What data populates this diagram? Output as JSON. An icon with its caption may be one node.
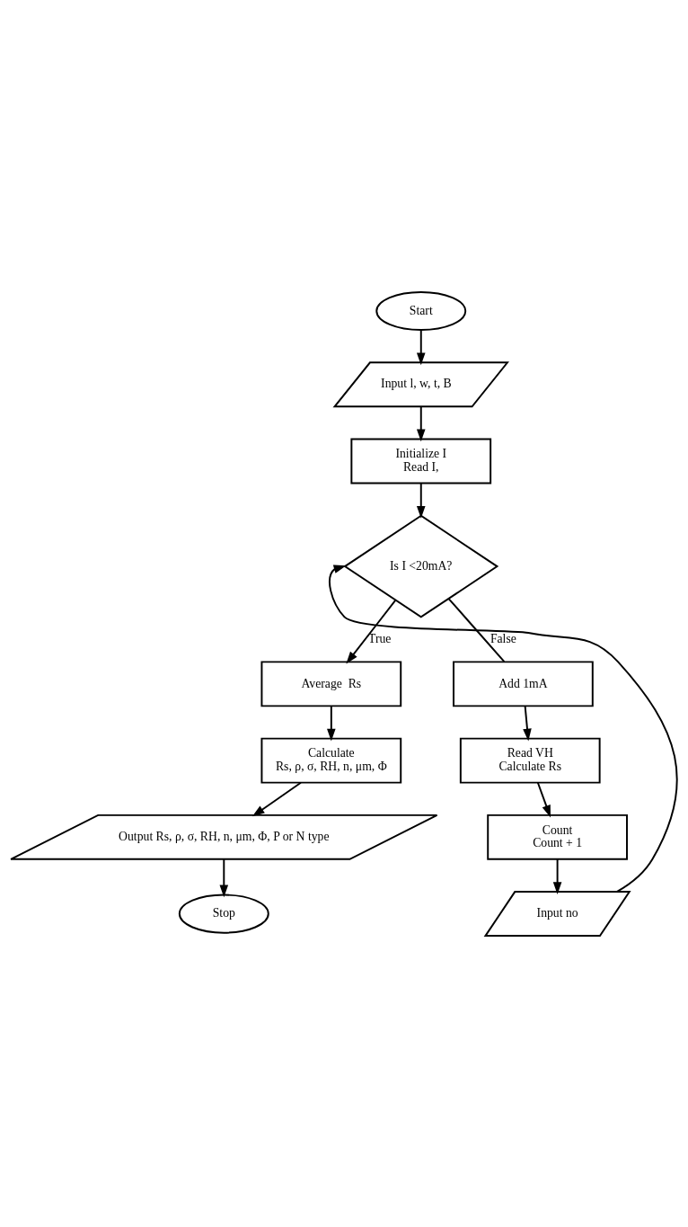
{
  "diagram": {
    "nodes": [
      {
        "text": [
          "Start"
        ]
      },
      {
        "text": [
          "Input l, w, t, B⃗"
        ]
      },
      {
        "text": [
          "Initialize I",
          "Read I,"
        ]
      },
      {
        "text": [
          "Is I <20mA?"
        ]
      },
      {
        "text": [
          "Average  Rs"
        ]
      },
      {
        "text": [
          "Calculate",
          "Rs, ρ, σ, RH, n, μm, Φ"
        ]
      },
      {
        "text": [
          "Output Rs, ρ, σ, RH, n, μm, Φ, P or N type"
        ]
      },
      {
        "text": [
          "Stop"
        ]
      },
      {
        "text": [
          "Add 1mA"
        ]
      },
      {
        "text": [
          "Read VH",
          "Calculate Rs"
        ]
      },
      {
        "text": [
          "Count",
          "Count + 1"
        ]
      },
      {
        "text": [
          "Input no"
        ]
      }
    ],
    "edges": [
      {
        "from": 0,
        "to": 1,
        "arrow": "to"
      },
      {
        "from": 1,
        "to": 2,
        "arrow": "to"
      },
      {
        "from": 2,
        "to": 3,
        "arrow": "to"
      },
      {
        "from": 3,
        "to": 4,
        "arrow": "to",
        "label": "True"
      },
      {
        "from": 4,
        "to": 5,
        "arrow": "to"
      },
      {
        "from": 5,
        "to": 6,
        "arrow": "to"
      },
      {
        "from": 6,
        "to": 7,
        "arrow": "to"
      },
      {
        "from": 3,
        "to": 8,
        "arrow": "none",
        "label": "False"
      },
      {
        "from": 8,
        "to": 9,
        "arrow": "to"
      },
      {
        "from": 9,
        "to": 10,
        "arrow": "to"
      },
      {
        "from": 10,
        "to": 11,
        "arrow": "to"
      },
      {
        "from": 11,
        "to": 3,
        "arrow": "to"
      }
    ]
  }
}
